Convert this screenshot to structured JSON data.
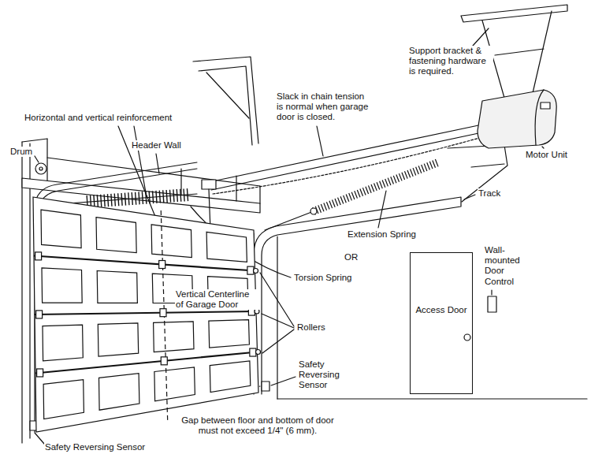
{
  "diagram": {
    "nodes": [
      {
        "text": [
          "Access Door"
        ]
      }
    ],
    "labels": [
      "Support bracket & fastening hardware is required.",
      "Slack in chain tension is normal when garage door is closed.",
      "Horizontal and vertical reinforcement",
      "Drum",
      "Header Wall",
      "Motor Unit",
      "Track",
      "Extension Spring",
      "OR",
      "Torsion Spring",
      "Wall- mounted Door Control",
      "Vertical Centerline of Garage Door",
      "Rollers",
      "Safety Reversing Sensor",
      "Gap between floor and bottom of door must not exceed 1/4\" (6 mm).",
      "Safety Reversing Sensor"
    ]
  }
}
